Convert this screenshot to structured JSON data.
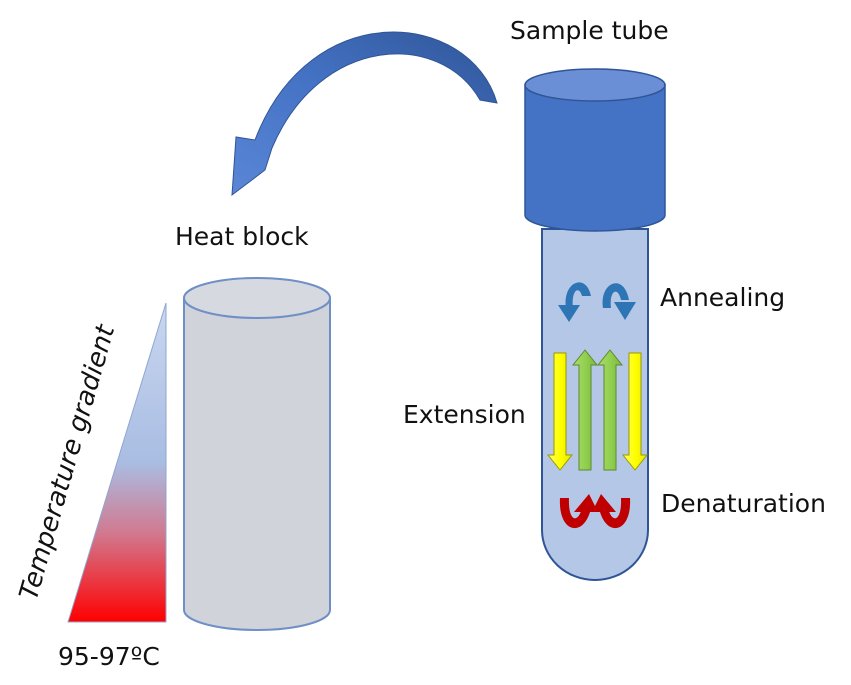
{
  "labels": {
    "sample_tube": "Sample tube",
    "heat_block": "Heat block",
    "annealing": "Annealing",
    "extension": "Extension",
    "denaturation": "Denaturation",
    "temperature_gradient": "Temperature gradient",
    "temperature_value": "95-97ºC"
  },
  "colors": {
    "tube_cap": "#4472c4",
    "tube_body": "#b4c7e7",
    "heat_block_fill": "#d0d3da",
    "gradient_top": "#b4c7e7",
    "gradient_bottom": "#ff0000",
    "annealing_arrows": "#2e75b6",
    "extension_yellow": "#ffff00",
    "extension_green": "#92d050",
    "denaturation_arrows": "#c00000",
    "transfer_arrow": "#4472c4"
  }
}
